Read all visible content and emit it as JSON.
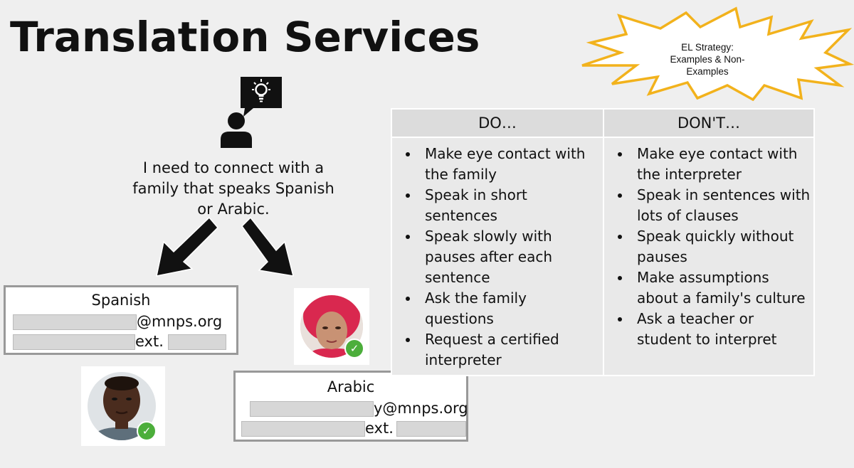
{
  "slide": {
    "title": "Translation Services",
    "strategy_badge": {
      "line1": "EL Strategy:",
      "line2": "Examples & Non-",
      "line3": "Examples"
    },
    "scenario_text": "I need to connect with a family that speaks Spanish or Arabic.",
    "icons": {
      "speaker": "person-with-idea-bubble-icon",
      "lightbulb": "lightbulb-icon",
      "arrows": "down-arrow-icon",
      "verified": "check-icon"
    },
    "colors": {
      "starburst_outline": "#f2b21c",
      "verified_badge": "#4cae3b",
      "card_border": "#999999",
      "table_header": "#dcdcdc",
      "table_body": "#e9e9e9"
    }
  },
  "contacts": {
    "spanish": {
      "language": "Spanish",
      "email_suffix": "@mnps.org",
      "ext_label": "ext."
    },
    "arabic": {
      "language": "Arabic",
      "email_suffix": "y@mnps.org",
      "ext_label": "ext."
    }
  },
  "do_dont": {
    "do_header": "DO…",
    "dont_header": "DON'T…",
    "do_items": [
      "Make eye contact with the family",
      "Speak in short sentences",
      "Speak slowly with pauses after each sentence",
      "Ask the family questions",
      "Request a certified interpreter"
    ],
    "dont_items": [
      "Make eye contact with the interpreter",
      "Speak in sentences with lots of clauses",
      "Speak quickly without pauses",
      "Make assumptions about a family's culture",
      "Ask a teacher or student to interpret"
    ]
  }
}
